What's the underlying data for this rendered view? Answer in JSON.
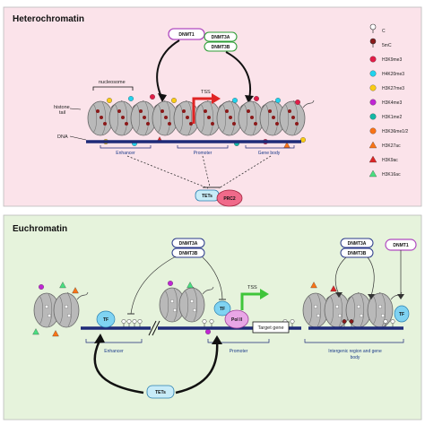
{
  "panels": {
    "top_title": "Heterochromatin",
    "bottom_title": "Euchromatin"
  },
  "top": {
    "enzymes": {
      "dnmt1": "DNMT1",
      "dnmt3a": "DNMT3A",
      "dnmt3b": "DNMT3B"
    },
    "labels": {
      "nucleosome": "nucleosome",
      "histone_tail": "histone\ntail",
      "dna": "DNA",
      "tss": "TSS"
    },
    "regions": {
      "enhancer": "Enhancer",
      "promoter": "Promoter",
      "gene_body": "Gene body"
    },
    "complexes": {
      "tets": "TETs",
      "prc2": "PRC2"
    }
  },
  "legend": [
    {
      "label": "C",
      "symbol": "open-lollipop",
      "color": "#ffffff"
    },
    {
      "label": "5mC",
      "symbol": "filled-lollipop",
      "color": "#8b1a1a"
    },
    {
      "label": "H3K9me3",
      "symbol": "circle",
      "color": "#e11d48"
    },
    {
      "label": "H4K20me3",
      "symbol": "circle",
      "color": "#22d3ee"
    },
    {
      "label": "H3K27me3",
      "symbol": "circle",
      "color": "#facc15"
    },
    {
      "label": "H3K4me3",
      "symbol": "circle",
      "color": "#c026d3"
    },
    {
      "label": "H3K1me2",
      "symbol": "circle",
      "color": "#14b8a6"
    },
    {
      "label": "H3K36me1/2",
      "symbol": "circle",
      "color": "#f97316"
    },
    {
      "label": "H3K27ac",
      "symbol": "triangle",
      "color": "#f97316"
    },
    {
      "label": "H3K9ac",
      "symbol": "triangle",
      "color": "#dc2626"
    },
    {
      "label": "H3K16ac",
      "symbol": "triangle",
      "color": "#4ade80"
    }
  ],
  "bottom": {
    "enzymes_left": {
      "dnmt3a": "DNMT3A",
      "dnmt3b": "DNMT3B"
    },
    "enzymes_right": {
      "dnmt3a": "DNMT3A",
      "dnmt3b": "DNMT3B",
      "dnmt1": "DNMT1"
    },
    "tf_label": "TF",
    "pol2": "Pol II",
    "tss": "TSS",
    "target_gene": "Target gene",
    "regions": {
      "enhancer": "Enhancer",
      "promoter": "Promoter",
      "intergenic": "Intergenic region and gene\nbody"
    },
    "tets": "TETs"
  },
  "colors": {
    "hetero_bg": "#fbe3ea",
    "eu_bg": "#e6f3dc",
    "dna": "#1e2a78",
    "nucleosome": "#b9b9b9",
    "tss_top": "#e02424",
    "tss_bottom": "#3fc53a",
    "prc2": "#f06a8a",
    "tets": "#c8ecf8",
    "pol2": "#e9a6e6",
    "tf": "#7fd3f2"
  }
}
